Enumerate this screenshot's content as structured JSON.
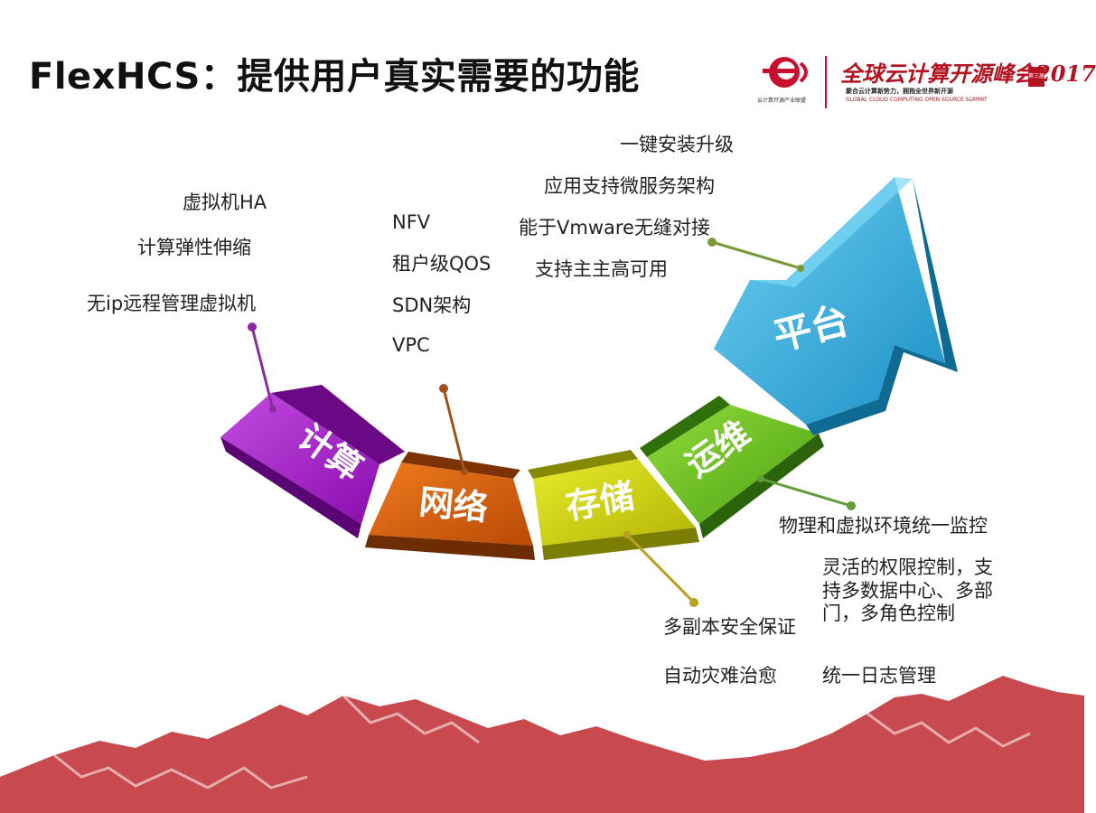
{
  "title": "FlexHCS：提供用户真实需要的功能",
  "logo": {
    "org_text": "云计算开源产业联盟",
    "summit_text": "全球云计算开源峰会2017",
    "subtitle_1": "聚合云计算新势力，拥抱全世界新开源",
    "subtitle_2": "GLOBAL CLOUD COMPUTING OPEN SOURCE SUMMIT",
    "badge": "第三届"
  },
  "segments": [
    {
      "label": "计算",
      "color": "#a311c9"
    },
    {
      "label": "网络",
      "color": "#d65a08"
    },
    {
      "label": "存储",
      "color": "#c9cd08"
    },
    {
      "label": "运维",
      "color": "#6cc41e"
    },
    {
      "label": "平台",
      "color": "#2ba5d8"
    }
  ],
  "features": {
    "compute": [
      "虚拟机HA",
      "计算弹性伸缩",
      "无ip远程管理虚拟机"
    ],
    "network": [
      "NFV",
      "租户级QOS",
      "SDN架构",
      "VPC"
    ],
    "storage": [
      "多副本安全保证",
      "自动灾难治愈"
    ],
    "ops": [
      "物理和虚拟环境统一监控",
      "灵活的权限控制，支持多数据中心、多部门，多角色控制",
      "统一日志管理"
    ],
    "platform": [
      "一键安装升级",
      "应用支持微服务架构",
      "能于Vmware无缝对接",
      "支持主主高可用"
    ]
  },
  "connector_colors": {
    "compute": "#8a2ba3",
    "network": "#a0521d",
    "storage": "#b8a020",
    "ops": "#5f9c3a",
    "platform": "#7a9a3a"
  },
  "mountain_color": "#c8494e"
}
